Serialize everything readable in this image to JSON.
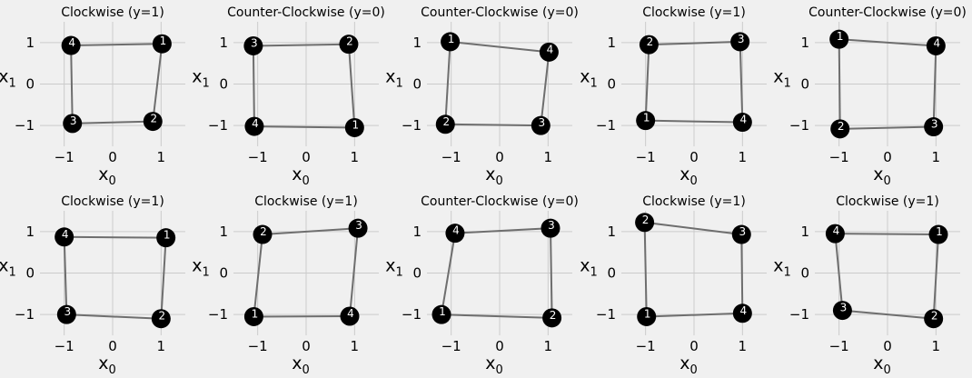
{
  "chart_data": [
    {
      "type": "scatter",
      "title": "Clockwise (y=1)",
      "xlabel": "x",
      "xlabel_sub": "0",
      "ylabel": "x",
      "ylabel_sub": "1",
      "xlim": [
        -1.5,
        1.5
      ],
      "ylim": [
        -1.5,
        1.5
      ],
      "xticks": [
        -1,
        0,
        1
      ],
      "yticks": [
        -1,
        0,
        1
      ],
      "grid": true,
      "points": [
        {
          "label": "1",
          "x": 1.02,
          "y": 0.97
        },
        {
          "label": "2",
          "x": 0.83,
          "y": -0.9
        },
        {
          "label": "3",
          "x": -0.83,
          "y": -0.95
        },
        {
          "label": "4",
          "x": -0.86,
          "y": 0.93
        }
      ]
    },
    {
      "type": "scatter",
      "title": "Counter-Clockwise (y=0)",
      "xlabel": "x",
      "xlabel_sub": "0",
      "ylabel": "x",
      "ylabel_sub": "1",
      "xlim": [
        -1.5,
        1.5
      ],
      "ylim": [
        -1.5,
        1.5
      ],
      "xticks": [
        -1,
        0,
        1
      ],
      "yticks": [
        -1,
        0,
        1
      ],
      "grid": true,
      "points": [
        {
          "label": "1",
          "x": 1.0,
          "y": -1.05
        },
        {
          "label": "2",
          "x": 0.88,
          "y": 0.96
        },
        {
          "label": "3",
          "x": -1.09,
          "y": 0.92
        },
        {
          "label": "4",
          "x": -1.07,
          "y": -1.02
        }
      ]
    },
    {
      "type": "scatter",
      "title": "Counter-Clockwise (y=0)",
      "xlabel": "x",
      "xlabel_sub": "0",
      "ylabel": "x",
      "ylabel_sub": "1",
      "xlim": [
        -1.5,
        1.5
      ],
      "ylim": [
        -1.5,
        1.5
      ],
      "xticks": [
        -1,
        0,
        1
      ],
      "yticks": [
        -1,
        0,
        1
      ],
      "grid": true,
      "points": [
        {
          "label": "1",
          "x": -1.02,
          "y": 1.02
        },
        {
          "label": "2",
          "x": -1.12,
          "y": -0.97
        },
        {
          "label": "3",
          "x": 0.85,
          "y": -1.0
        },
        {
          "label": "4",
          "x": 1.02,
          "y": 0.77
        }
      ]
    },
    {
      "type": "scatter",
      "title": "Clockwise (y=1)",
      "xlabel": "x",
      "xlabel_sub": "0",
      "ylabel": "x",
      "ylabel_sub": "1",
      "xlim": [
        -1.5,
        1.5
      ],
      "ylim": [
        -1.5,
        1.5
      ],
      "xticks": [
        -1,
        0,
        1
      ],
      "yticks": [
        -1,
        0,
        1
      ],
      "grid": true,
      "points": [
        {
          "label": "1",
          "x": -1.0,
          "y": -0.88
        },
        {
          "label": "2",
          "x": -0.93,
          "y": 0.95
        },
        {
          "label": "3",
          "x": 0.95,
          "y": 1.02
        },
        {
          "label": "4",
          "x": 1.0,
          "y": -0.92
        }
      ]
    },
    {
      "type": "scatter",
      "title": "Counter-Clockwise (y=0)",
      "xlabel": "x",
      "xlabel_sub": "0",
      "ylabel": "x",
      "ylabel_sub": "1",
      "xlim": [
        -1.5,
        1.5
      ],
      "ylim": [
        -1.5,
        1.5
      ],
      "xticks": [
        -1,
        0,
        1
      ],
      "yticks": [
        -1,
        0,
        1
      ],
      "grid": true,
      "points": [
        {
          "label": "1",
          "x": -1.0,
          "y": 1.08
        },
        {
          "label": "2",
          "x": -0.98,
          "y": -1.08
        },
        {
          "label": "3",
          "x": 0.95,
          "y": -1.03
        },
        {
          "label": "4",
          "x": 1.0,
          "y": 0.92
        }
      ]
    },
    {
      "type": "scatter",
      "title": "Clockwise (y=1)",
      "xlabel": "x",
      "xlabel_sub": "0",
      "ylabel": "x",
      "ylabel_sub": "1",
      "xlim": [
        -1.5,
        1.5
      ],
      "ylim": [
        -1.5,
        1.5
      ],
      "xticks": [
        -1,
        0,
        1
      ],
      "yticks": [
        -1,
        0,
        1
      ],
      "grid": true,
      "points": [
        {
          "label": "1",
          "x": 1.1,
          "y": 0.85
        },
        {
          "label": "2",
          "x": 1.0,
          "y": -1.1
        },
        {
          "label": "3",
          "x": -0.95,
          "y": -1.0
        },
        {
          "label": "4",
          "x": -1.0,
          "y": 0.87
        }
      ]
    },
    {
      "type": "scatter",
      "title": "Clockwise (y=1)",
      "xlabel": "x",
      "xlabel_sub": "0",
      "ylabel": "x",
      "ylabel_sub": "1",
      "xlim": [
        -1.5,
        1.5
      ],
      "ylim": [
        -1.5,
        1.5
      ],
      "xticks": [
        -1,
        0,
        1
      ],
      "yticks": [
        -1,
        0,
        1
      ],
      "grid": true,
      "points": [
        {
          "label": "1",
          "x": -1.08,
          "y": -1.05
        },
        {
          "label": "2",
          "x": -0.9,
          "y": 0.93
        },
        {
          "label": "3",
          "x": 1.07,
          "y": 1.08
        },
        {
          "label": "4",
          "x": 0.9,
          "y": -1.04
        }
      ]
    },
    {
      "type": "scatter",
      "title": "Counter-Clockwise (y=0)",
      "xlabel": "x",
      "xlabel_sub": "0",
      "ylabel": "x",
      "ylabel_sub": "1",
      "xlim": [
        -1.5,
        1.5
      ],
      "ylim": [
        -1.5,
        1.5
      ],
      "xticks": [
        -1,
        0,
        1
      ],
      "yticks": [
        -1,
        0,
        1
      ],
      "grid": true,
      "points": [
        {
          "label": "1",
          "x": -1.2,
          "y": -1.0
        },
        {
          "label": "2",
          "x": 1.08,
          "y": -1.08
        },
        {
          "label": "3",
          "x": 1.05,
          "y": 1.08
        },
        {
          "label": "4",
          "x": -0.92,
          "y": 0.96
        }
      ]
    },
    {
      "type": "scatter",
      "title": "Clockwise (y=1)",
      "xlabel": "x",
      "xlabel_sub": "0",
      "ylabel": "x",
      "ylabel_sub": "1",
      "xlim": [
        -1.5,
        1.5
      ],
      "ylim": [
        -1.5,
        1.5
      ],
      "xticks": [
        -1,
        0,
        1
      ],
      "yticks": [
        -1,
        0,
        1
      ],
      "grid": true,
      "points": [
        {
          "label": "1",
          "x": -0.98,
          "y": -1.05
        },
        {
          "label": "2",
          "x": -1.02,
          "y": 1.22
        },
        {
          "label": "3",
          "x": 0.98,
          "y": 0.93
        },
        {
          "label": "4",
          "x": 1.0,
          "y": -0.97
        }
      ]
    },
    {
      "type": "scatter",
      "title": "Clockwise (y=1)",
      "xlabel": "x",
      "xlabel_sub": "0",
      "ylabel": "x",
      "ylabel_sub": "1",
      "xlim": [
        -1.5,
        1.5
      ],
      "ylim": [
        -1.5,
        1.5
      ],
      "xticks": [
        -1,
        0,
        1
      ],
      "yticks": [
        -1,
        0,
        1
      ],
      "grid": true,
      "points": [
        {
          "label": "1",
          "x": 1.05,
          "y": 0.93
        },
        {
          "label": "2",
          "x": 0.95,
          "y": -1.1
        },
        {
          "label": "3",
          "x": -0.93,
          "y": -0.9
        },
        {
          "label": "4",
          "x": -1.08,
          "y": 0.95
        }
      ]
    }
  ]
}
